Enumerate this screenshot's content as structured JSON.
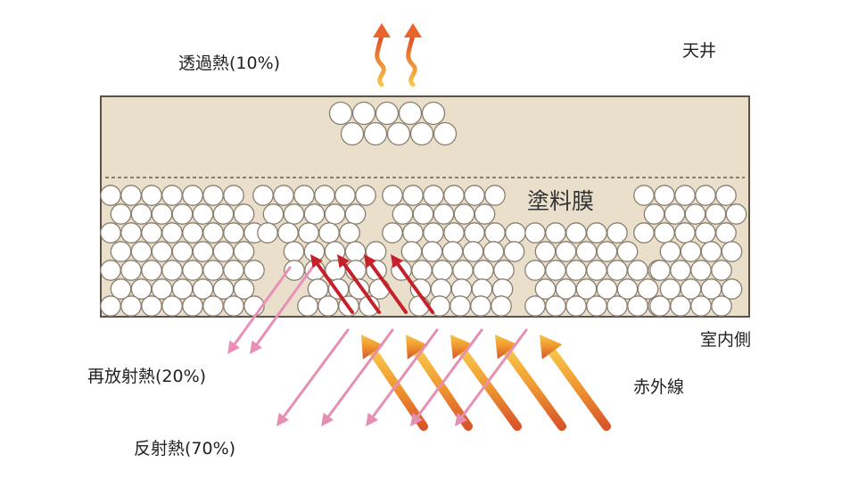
{
  "labels": {
    "transmitted_heat": "透過熱(10%)",
    "ceiling": "天井",
    "coating_film": "塗料膜",
    "indoor_side": "室内側",
    "reradiated_heat": "再放射熱(20%)",
    "infrared": "赤外線",
    "reflected_heat": "反射熱(70%)"
  },
  "colors": {
    "panel_fill": "#eadfcb",
    "panel_border": "#5a5248",
    "sphere_fill": "#ffffff",
    "sphere_stroke": "#8a7e6e",
    "incoming_arrow": "#f0a030",
    "reflected_arrow": "#e58fb3",
    "reradiated_arrow": "#e98fb8",
    "absorbed_arrow": "#c6202a",
    "transmitted_arrow": "#e8652a"
  }
}
